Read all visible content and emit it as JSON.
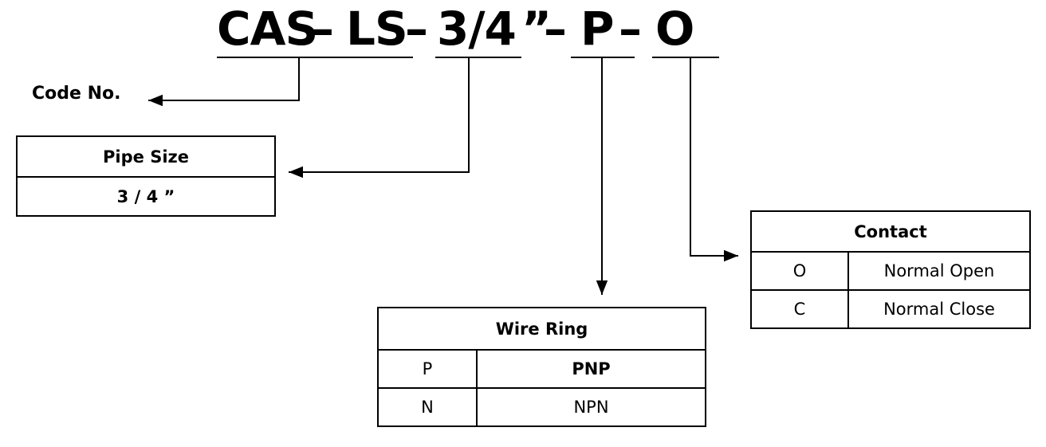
{
  "model_code": {
    "parts": [
      "CAS",
      "–",
      "LS",
      "–",
      "3/4",
      "”",
      "–",
      "P",
      "–",
      "O"
    ]
  },
  "code_no": {
    "label": "Code No."
  },
  "pipe_size": {
    "title": "Pipe Size",
    "rows": [
      {
        "value": "3 / 4 ”"
      }
    ]
  },
  "wire_ring": {
    "title": "Wire  Ring",
    "rows": [
      {
        "code": "P",
        "desc": "PNP"
      },
      {
        "code": "N",
        "desc": "NPN"
      }
    ]
  },
  "contact": {
    "title": "Contact",
    "rows": [
      {
        "code": "O",
        "desc": "Normal Open"
      },
      {
        "code": "C",
        "desc": "Normal Close"
      }
    ]
  }
}
